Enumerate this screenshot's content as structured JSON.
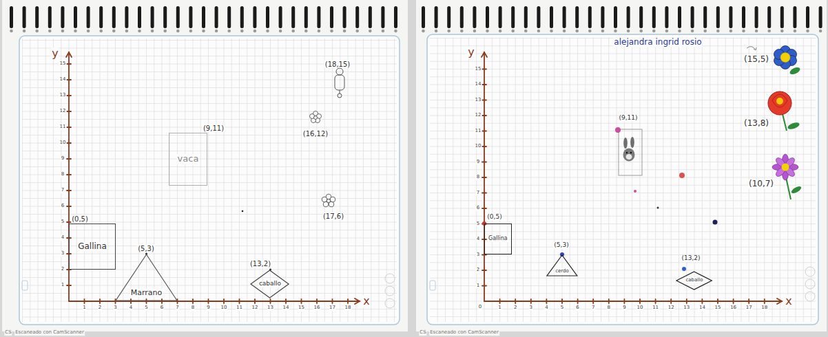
{
  "diagram": {
    "nodes": [
      {
        "text": [
          "vaca"
        ]
      },
      {
        "text": [
          "Gallina"
        ]
      },
      {
        "text": [
          "Marrano"
        ]
      },
      {
        "text": [
          "caballo"
        ]
      },
      {
        "text": [
          "Gallina"
        ]
      },
      {
        "text": [
          "cerdo"
        ]
      },
      {
        "text": [
          "caballo"
        ]
      }
    ],
    "labels": [
      "y",
      "x",
      "1",
      "2",
      "3",
      "4",
      "5",
      "6",
      "7",
      "8",
      "9",
      "10",
      "11",
      "12",
      "13",
      "14",
      "15",
      "16",
      "17",
      "18",
      "1",
      "2",
      "3",
      "4",
      "5",
      "6",
      "7",
      "8",
      "9",
      "10",
      "11",
      "12",
      "13",
      "14",
      "15",
      "(0,5)",
      "(5,3)",
      "(13,2)",
      "(9,11)",
      "(18,15)",
      "(16,12)",
      "(17,6)",
      "CS",
      "Escaneado con CamScanner",
      "alejandra ingrid rosio",
      "y",
      "x",
      "0",
      "1",
      "2",
      "3",
      "4",
      "5",
      "6",
      "7",
      "8",
      "9",
      "10",
      "11",
      "12",
      "13",
      "14",
      "15",
      "16",
      "17",
      "18",
      "1",
      "2",
      "3",
      "4",
      "5",
      "6",
      "7",
      "8",
      "9",
      "10",
      "11",
      "12",
      "13",
      "14",
      "15",
      "(15,5)",
      "(13,8)",
      "(10,7)",
      "(9,11)",
      "(0,5)",
      "(5,3)",
      "(13,2)",
      "CS",
      "Escaneado con CamScanner"
    ]
  }
}
